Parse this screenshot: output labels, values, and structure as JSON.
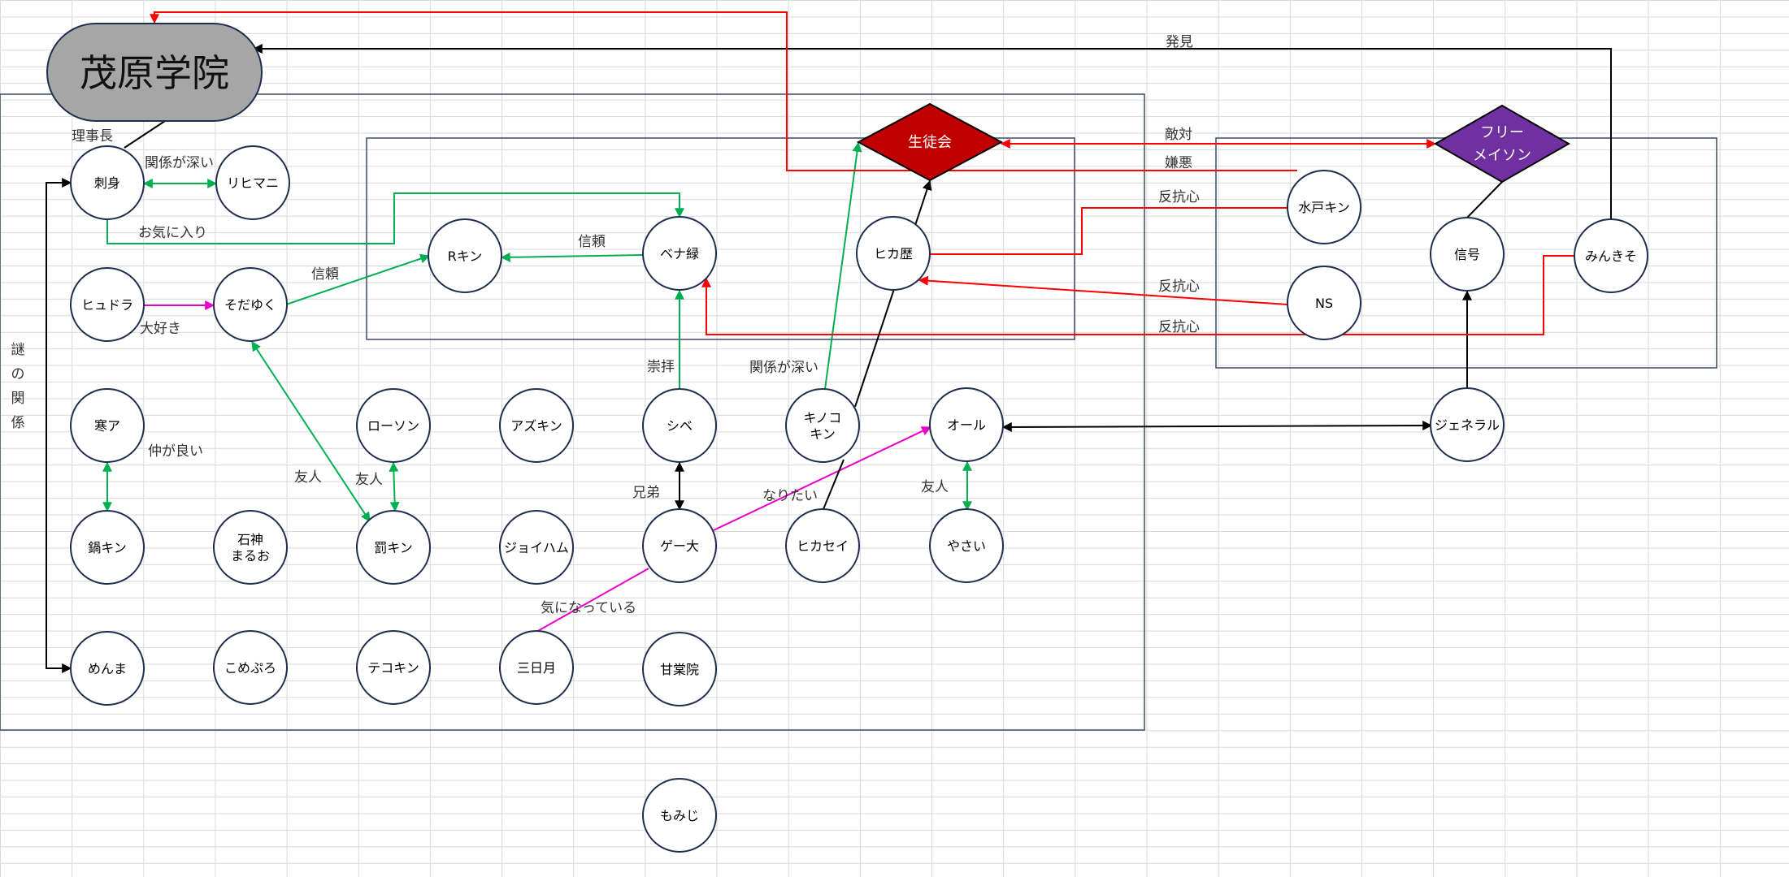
{
  "colors": {
    "green": "#00b050",
    "red": "#ff0000",
    "black": "#000000",
    "magenta": "#e600c8",
    "node_border": "#1f2d4e",
    "box_border": "#3a4a6b",
    "student_council": "#c00000",
    "freemason": "#7030a0",
    "school_fill": "#a6a6a6"
  },
  "title": "茂原学院",
  "side_label": "謎の関係",
  "nodes": [
    {
      "id": "sashimi",
      "label": "刺身"
    },
    {
      "id": "rihimani",
      "label": "リヒマニ"
    },
    {
      "id": "hyudora",
      "label": "ヒュドラ"
    },
    {
      "id": "sodayuku",
      "label": "そだゆく"
    },
    {
      "id": "rkin",
      "label": "Rキン"
    },
    {
      "id": "benamidori",
      "label": "ベナ緑"
    },
    {
      "id": "hikareki",
      "label": "ヒカ歴"
    },
    {
      "id": "mitokin",
      "label": "水戸キン"
    },
    {
      "id": "ns",
      "label": "NS"
    },
    {
      "id": "shingou",
      "label": "信号"
    },
    {
      "id": "minkiso",
      "label": "みんきそ"
    },
    {
      "id": "kana",
      "label": "寒ア"
    },
    {
      "id": "rooson",
      "label": "ローソン"
    },
    {
      "id": "azukin",
      "label": "アズキン"
    },
    {
      "id": "shibe",
      "label": "シベ"
    },
    {
      "id": "kinokokin",
      "label": "キノコ\nキン"
    },
    {
      "id": "ooru",
      "label": "オール"
    },
    {
      "id": "general",
      "label": "ジェネラル"
    },
    {
      "id": "nabekin",
      "label": "鍋キン"
    },
    {
      "id": "ishigami",
      "label": "石神\nまるお"
    },
    {
      "id": "bakkin",
      "label": "罰キン"
    },
    {
      "id": "joyiham",
      "label": "ジョイハム"
    },
    {
      "id": "gedai",
      "label": "ゲー大"
    },
    {
      "id": "hikasei",
      "label": "ヒカセイ"
    },
    {
      "id": "yasai",
      "label": "やさい"
    },
    {
      "id": "menma",
      "label": "めんま"
    },
    {
      "id": "komepuro",
      "label": "こめぷろ"
    },
    {
      "id": "tekokin",
      "label": "テコキン"
    },
    {
      "id": "mikazuki",
      "label": "三日月"
    },
    {
      "id": "amatouin",
      "label": "甘棠院"
    },
    {
      "id": "momiji",
      "label": "もみじ"
    },
    {
      "id": "seitokai",
      "label": "生徒会",
      "shape": "diamond"
    },
    {
      "id": "freemason",
      "label": "フリー\nメイソン",
      "shape": "diamond"
    }
  ],
  "edges": [
    {
      "id": "school-sashimi",
      "label": "理事長",
      "color": "black"
    },
    {
      "id": "sashimi-rihimani",
      "label": "関係が深い",
      "color": "green"
    },
    {
      "id": "sashimi-benamidori",
      "label": "お気に入り",
      "color": "green"
    },
    {
      "id": "sodayuku-rkin",
      "label": "信頼",
      "color": "green"
    },
    {
      "id": "benamidori-rkin",
      "label": "信頼",
      "color": "green"
    },
    {
      "id": "hyudora-sodayuku",
      "label": "大好き",
      "color": "magenta"
    },
    {
      "id": "sodayuku-bakkin",
      "label": "友人",
      "color": "green"
    },
    {
      "id": "rooson-bakkin",
      "label": "友人",
      "color": "green"
    },
    {
      "id": "kana-nabekin",
      "label": "仲が良い",
      "color": "green"
    },
    {
      "id": "shibe-benamidori",
      "label": "崇拝",
      "color": "green"
    },
    {
      "id": "shibe-gedai",
      "label": "兄弟",
      "color": "black"
    },
    {
      "id": "kinokokin-seitokai",
      "label": "関係が深い",
      "color": "green"
    },
    {
      "id": "gedai-ooru",
      "label": "なりたい",
      "color": "magenta"
    },
    {
      "id": "mikazuki-gedai",
      "label": "気になっている",
      "color": "magenta"
    },
    {
      "id": "ooru-yasai",
      "label": "友人",
      "color": "green"
    },
    {
      "id": "ooru-general",
      "label": "",
      "color": "black"
    },
    {
      "id": "general-shingou",
      "label": "",
      "color": "black"
    },
    {
      "id": "shingou-freemason",
      "label": "",
      "color": "black"
    },
    {
      "id": "minkiso-school",
      "label": "発見",
      "color": "black"
    },
    {
      "id": "seitokai-freemason",
      "label": "敵対",
      "color": "red"
    },
    {
      "id": "mitokin-school",
      "label": "嫌悪",
      "color": "red"
    },
    {
      "id": "mitokin-benamidori",
      "label": "反抗心",
      "color": "red"
    },
    {
      "id": "ns-hikareki",
      "label": "反抗心",
      "color": "red"
    },
    {
      "id": "minkiso-benamidori",
      "label": "反抗心",
      "color": "red"
    },
    {
      "id": "hikasei-seitokai",
      "label": "",
      "color": "black"
    },
    {
      "id": "menma-sashimi",
      "label": "",
      "color": "black"
    }
  ]
}
